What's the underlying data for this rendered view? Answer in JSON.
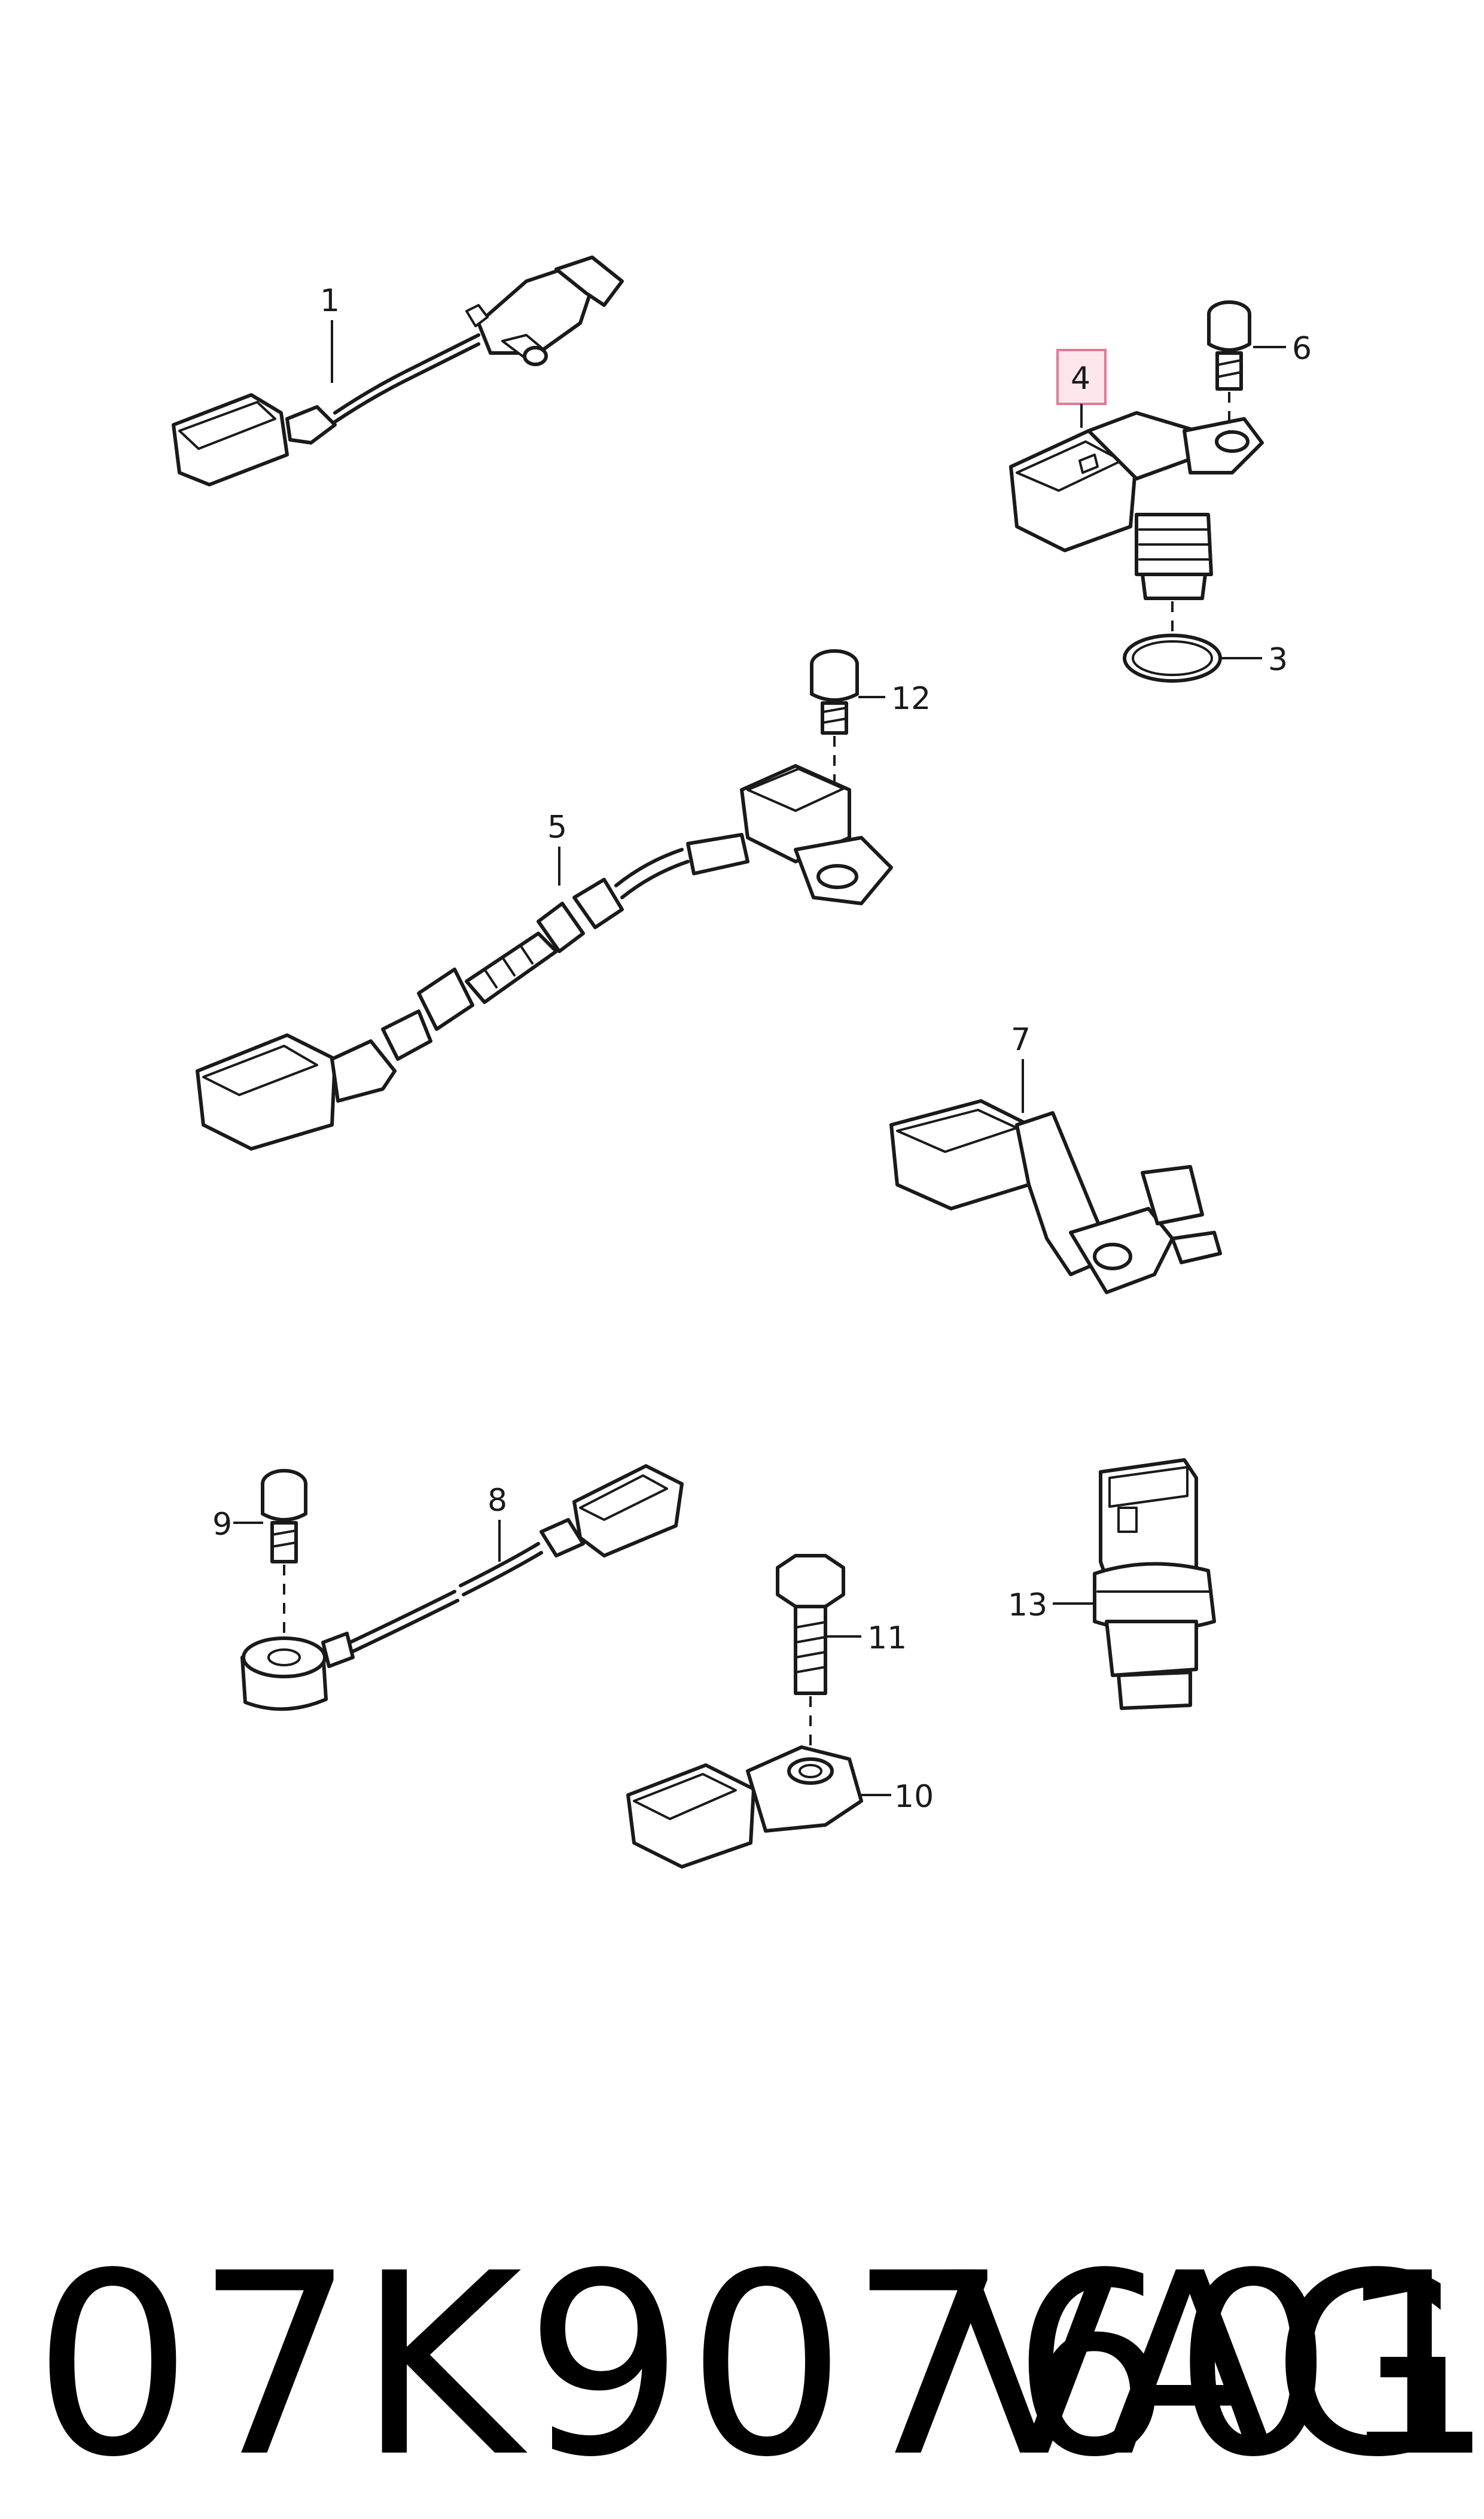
{
  "diagram": {
    "callouts": {
      "c1": "1",
      "c3": "3",
      "c4": "4",
      "c5": "5",
      "c6": "6",
      "c7": "7",
      "c8": "8",
      "c9": "9",
      "c10": "10",
      "c11": "11",
      "c12": "12",
      "c13": "13"
    },
    "highlighted_callout": "4",
    "highlight_color": "#fde7ec"
  },
  "footer": {
    "part_number": "07K907601",
    "brand": "VAG"
  }
}
